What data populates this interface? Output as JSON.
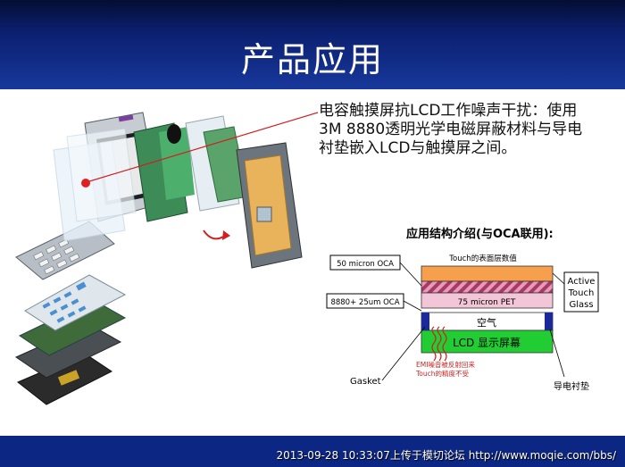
{
  "slide": {
    "title": "产品应用",
    "description": "电容触摸屏抗LCD工作噪声干扰：使用3M 8880透明光学电磁屏蔽材料与导电衬垫嵌入LCD与触摸屏之间。",
    "footer": "2013-09-28 10:33:07上传于模切论坛 http://www.moqie.com/bbs/"
  },
  "diagram": {
    "title": "应用结构介绍(与OCA联用):",
    "layers": {
      "top_coating": "Touch的表面层数值",
      "pet": "75 micron PET",
      "air": "空气",
      "lcd": "LCD 显示屏幕"
    },
    "labels": {
      "oca": "50 micron OCA",
      "film": "8880+ 25um OCA",
      "glass_line1": "Active",
      "glass_line2": "Touch",
      "glass_line3": "Glass",
      "gasket": "Gasket",
      "conductive_pad": "导电衬垫",
      "emi_line1": "EMI噪音被反射回来",
      "emi_line2": "Touch的精度不受"
    },
    "colors": {
      "top_layer": "#f6a04d",
      "hatch_layer": "#b04070",
      "pet_layer": "#f2c6d6",
      "air_layer": "#ffffff",
      "lcd_layer": "#22cc33",
      "gasket": "#1a2a9c",
      "emi_wave": "#cc2222"
    }
  }
}
